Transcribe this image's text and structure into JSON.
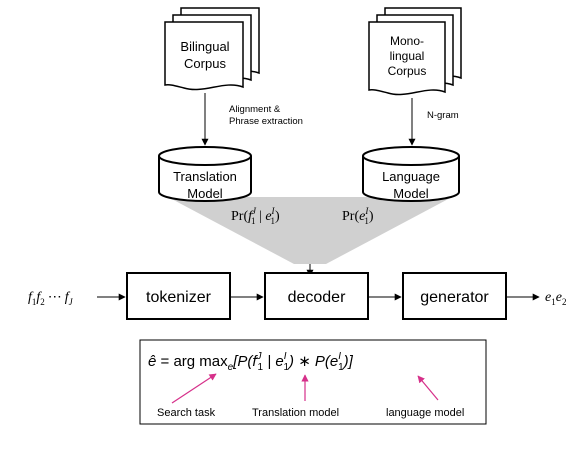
{
  "corpora": {
    "bilingual": {
      "line1": "Bilingual",
      "line2": "Corpus"
    },
    "monolingual": {
      "line1": "Mono-",
      "line2": "lingual",
      "line3": "Corpus"
    }
  },
  "edges": {
    "alignment": {
      "line1": "Alignment &",
      "line2": "Phrase extraction"
    },
    "ngram": "N-gram"
  },
  "models": {
    "translation": {
      "line1": "Translation",
      "line2": "Model"
    },
    "language": {
      "line1": "Language",
      "line2": "Model"
    }
  },
  "probabilities": {
    "translation": {
      "pr": "Pr(",
      "f": "f",
      "f_sup": "J",
      "f_sub": "1",
      "bar": " | ",
      "e": "e",
      "e_sup": "I",
      "e_sub": "1",
      "close": ")"
    },
    "language": {
      "pr": "Pr(",
      "e": "e",
      "e_sup": "I",
      "e_sub": "1",
      "close": ")"
    }
  },
  "pipeline": {
    "input": {
      "a": "f",
      "a_sub": "1",
      "b": "f",
      "b_sub": "2",
      "dots": "⋯",
      "c": "f",
      "c_sub": "J"
    },
    "tokenizer": "tokenizer",
    "decoder": "decoder",
    "generator": "generator",
    "output": {
      "a": "e",
      "a_sub": "1",
      "b": "e",
      "b_sub": "2"
    }
  },
  "formula": {
    "ehat": "ê",
    "eq": " = ",
    "argmax": "arg max",
    "argmax_sub": "e",
    "open": "[P(f",
    "f_sup": "J",
    "f_sub": "1",
    "bar": " | e",
    "e1_sup": "I",
    "e1_sub": "1",
    "mid": ") ∗ P(e",
    "e2_sup": "I",
    "e2_sub": "1",
    "close": ")]"
  },
  "annotations": {
    "search": "Search task",
    "translation_model": "Translation model",
    "language_model": "language model"
  },
  "colors": {
    "arrow_pink": "#d6308a",
    "funnel_gray": "#d0d0d0",
    "stroke": "#000000"
  }
}
